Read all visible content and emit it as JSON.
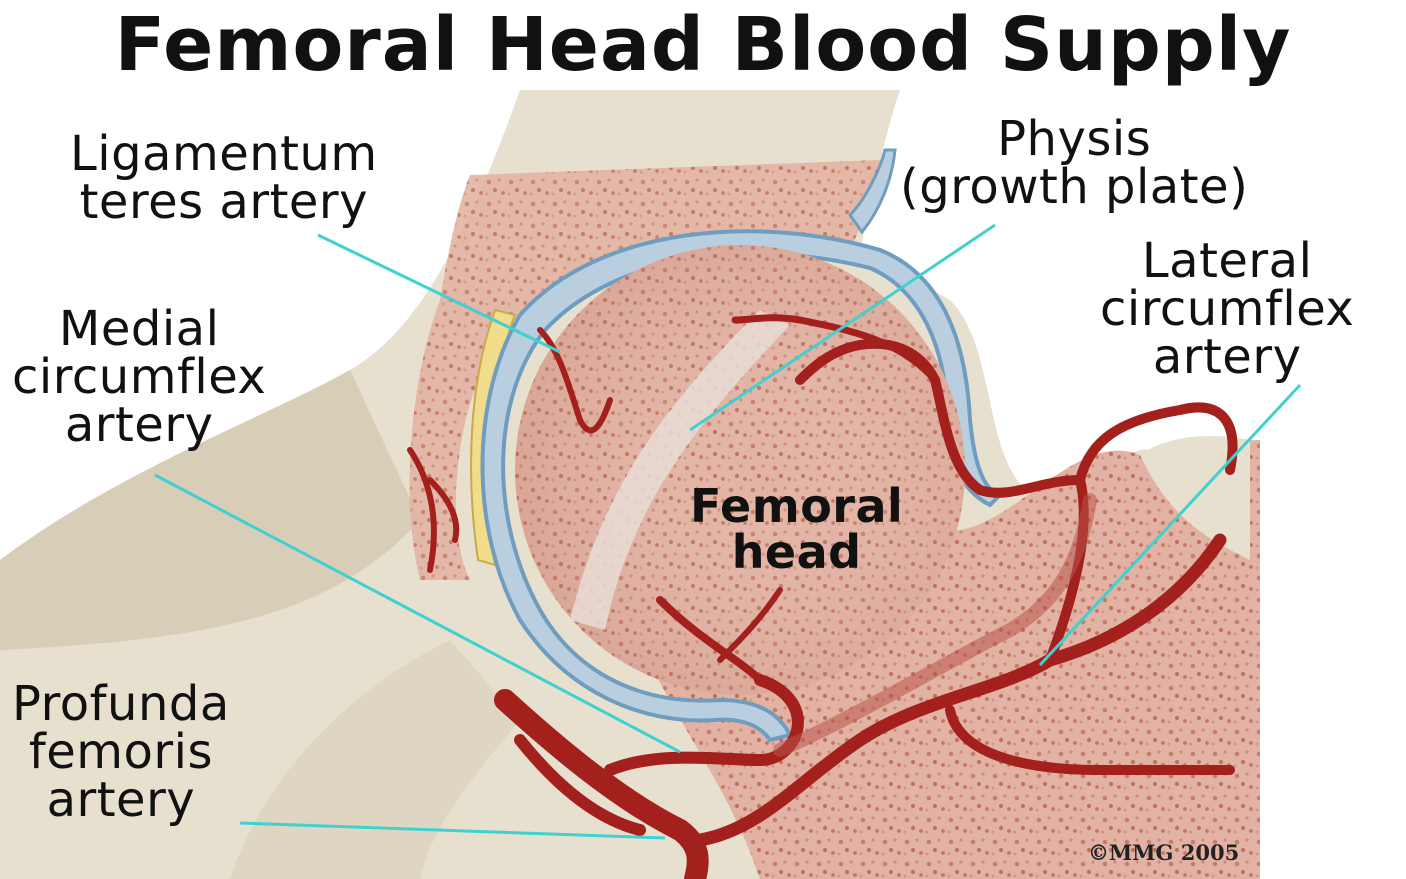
{
  "title": "Femoral Head Blood Supply",
  "labels": {
    "ligamentum_teres": [
      "Ligamentum",
      "teres artery"
    ],
    "physis": [
      "Physis",
      "(growth plate)"
    ],
    "lateral_circumflex": [
      "Lateral",
      "circumflex",
      "artery"
    ],
    "medial_circumflex": [
      "Medial",
      "circumflex",
      "artery"
    ],
    "femoral_head": [
      "Femoral",
      "head"
    ],
    "profunda_femoris": [
      "Profunda",
      "femoris",
      "artery"
    ]
  },
  "copyright": "©MMG 2005",
  "colors": {
    "bone": "#e9e1d1",
    "cancellous": "#d9a79a",
    "cartilage": "#b9cfe0",
    "cartilage_edge": "#6f9dbf",
    "artery": "#a3201c",
    "artery_dark": "#7a1412",
    "leader_line": "#40d0d0",
    "fat_pad": "#f0dc8a"
  }
}
